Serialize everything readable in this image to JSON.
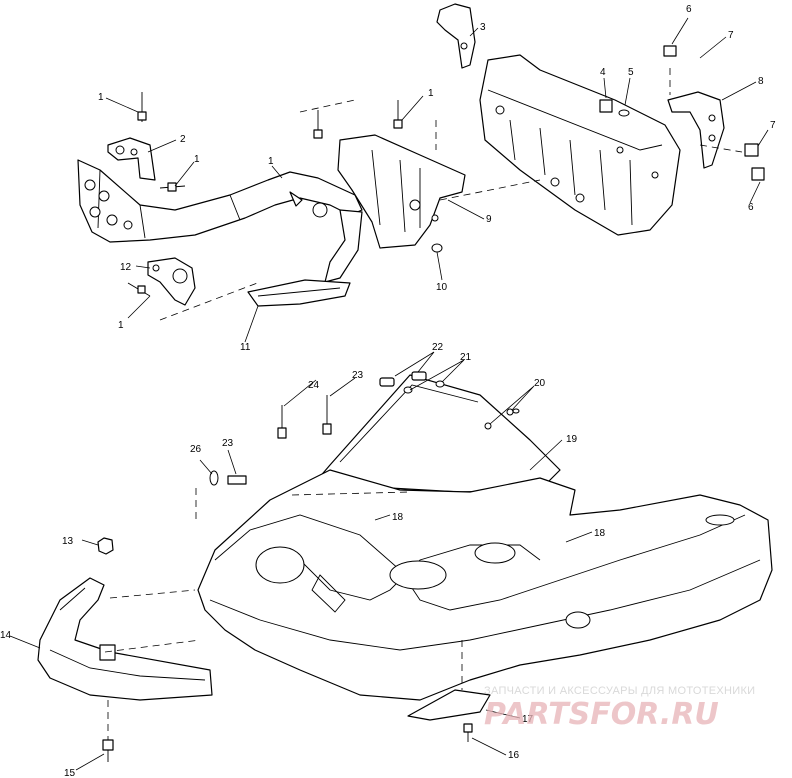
{
  "callouts": {
    "c1a": "1",
    "c1b": "1",
    "c1c": "1",
    "c1d": "1",
    "c1e": "1",
    "c2": "2",
    "c3": "3",
    "c4": "4",
    "c5": "5",
    "c6a": "6",
    "c6b": "6",
    "c7a": "7",
    "c7b": "7",
    "c8": "8",
    "c9": "9",
    "c10": "10",
    "c11": "11",
    "c12": "12",
    "c13": "13",
    "c14": "14",
    "c15": "15",
    "c16": "16",
    "c17": "17",
    "c18a": "18",
    "c18b": "18",
    "c19": "19",
    "c20": "20",
    "c21": "21",
    "c22": "22",
    "c23a": "23",
    "c23b": "23",
    "c24": "24",
    "c26": "26"
  },
  "watermark": {
    "tagline": "ЗАПЧАСТИ И АКСЕССУАРЫ ДЛЯ МОТОТЕХНИКИ",
    "logo": "PARTSFOR.RU"
  }
}
